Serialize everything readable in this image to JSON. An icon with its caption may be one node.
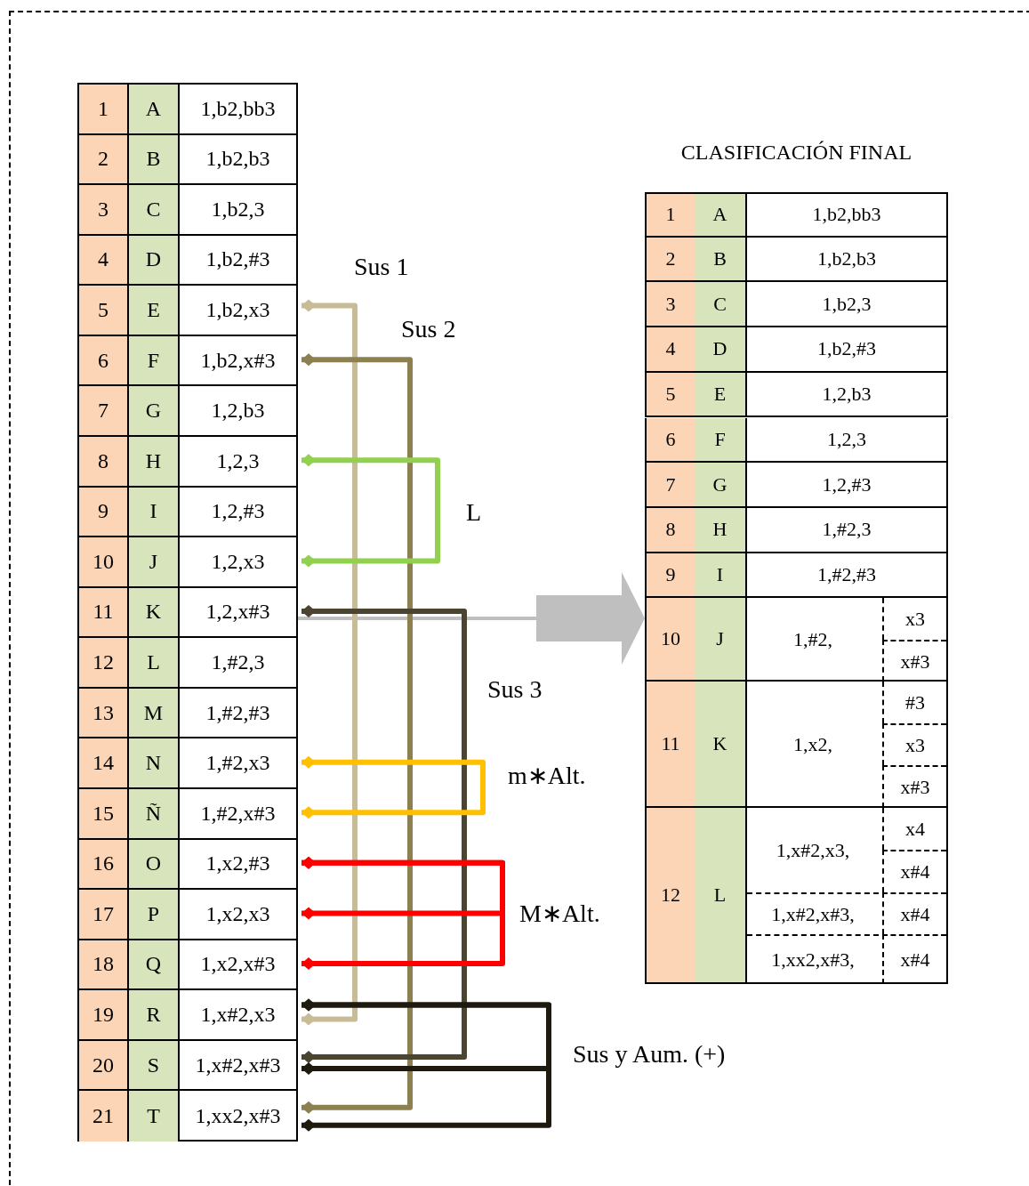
{
  "diagram": {
    "nodes": [
      {
        "text": [],
        "shape": "box"
      },
      {
        "text": [
          "1",
          "A",
          "1,b2,bb3"
        ],
        "in": 0
      },
      {
        "text": [
          "2",
          "B",
          "1,b2,b3"
        ],
        "in": 0
      },
      {
        "text": [
          "3",
          "C",
          "1,b2,3"
        ],
        "in": 0
      },
      {
        "text": [
          "4",
          "D",
          "1,b2,#3"
        ],
        "in": 0
      },
      {
        "text": [
          "5",
          "E",
          "1,b2,x3"
        ],
        "in": 0
      },
      {
        "text": [
          "6",
          "F",
          "1,b2,x#3"
        ],
        "in": 0
      },
      {
        "text": [
          "7",
          "G",
          "1,2,b3"
        ],
        "in": 0
      },
      {
        "text": [
          "8",
          "H",
          "1,2,3"
        ],
        "in": 0
      },
      {
        "text": [
          "9",
          "I",
          "1,2,#3"
        ],
        "in": 0
      },
      {
        "text": [
          "10",
          "J",
          "1,2,x3"
        ],
        "in": 0
      },
      {
        "text": [
          "11",
          "K",
          "1,2,x#3"
        ],
        "in": 0
      },
      {
        "text": [
          "12",
          "L",
          "1,#2,3"
        ],
        "in": 0
      },
      {
        "text": [
          "13",
          "M",
          "1,#2,#3"
        ],
        "in": 0
      },
      {
        "text": [
          "14",
          "N",
          "1,#2,x3"
        ],
        "in": 0
      },
      {
        "text": [
          "15",
          "Ñ",
          "1,#2,x#3"
        ],
        "in": 0
      },
      {
        "text": [
          "16",
          "O",
          "1,x2,#3"
        ],
        "in": 0
      },
      {
        "text": [
          "17",
          "P",
          "1,x2,x3"
        ],
        "in": 0
      },
      {
        "text": [
          "18",
          "Q",
          "1,x2,x#3"
        ],
        "in": 0
      },
      {
        "text": [
          "19",
          "R",
          "1,x#2,x3"
        ],
        "in": 0
      },
      {
        "text": [
          "20",
          "S",
          "1,x#2,x#3"
        ],
        "in": 0
      },
      {
        "text": [
          "21",
          "T",
          "1,xx2,x#3"
        ],
        "in": 0
      },
      {
        "text": [
          "CLASIFICACIÓN FINAL"
        ]
      },
      {
        "text": [
          "1",
          "A",
          "1,b2,bb3"
        ],
        "in": 22
      },
      {
        "text": [
          "2",
          "B",
          "1,b2,b3"
        ],
        "in": 22
      },
      {
        "text": [
          "3",
          "C",
          "1,b2,3"
        ],
        "in": 22
      },
      {
        "text": [
          "4",
          "D",
          "1,b2,#3"
        ],
        "in": 22
      },
      {
        "text": [
          "5",
          "E",
          "1,2,b3"
        ],
        "in": 22
      },
      {
        "text": [
          "6",
          "F",
          "1,2,3"
        ],
        "in": 22
      },
      {
        "text": [
          "7",
          "G",
          "1,2,#3"
        ],
        "in": 22
      },
      {
        "text": [
          "8",
          "H",
          "1,#2,3"
        ],
        "in": 22
      },
      {
        "text": [
          "9",
          "I",
          "1,#2,#3"
        ],
        "in": 22
      },
      {
        "text": [
          "10",
          "J",
          "1,#2,",
          "x3",
          "x#3"
        ],
        "in": 22
      },
      {
        "text": [
          "11",
          "K",
          "1,x2,",
          "#3",
          "x3",
          "x#3"
        ],
        "in": 22
      },
      {
        "text": [
          "12",
          "L",
          "1,x#2,x3,",
          "x4",
          "x#4",
          "1,x#2,x#3,",
          "x#4",
          "1,xx2,x#3,",
          "x#4"
        ],
        "in": 22
      }
    ],
    "edges": [
      {
        "from": 5,
        "to": 19,
        "arrow": "other",
        "label": "Sus 1",
        "color": "#c8bc96"
      },
      {
        "from": 6,
        "to": 21,
        "arrow": "other",
        "label": "Sus 2",
        "color": "#8c8050"
      },
      {
        "from": 8,
        "to": 10,
        "arrow": "other",
        "label": "L",
        "color": "#92d050"
      },
      {
        "from": 11,
        "to": 20,
        "arrow": "other",
        "label": "Sus 3",
        "color": "#4a4430"
      },
      {
        "from": 14,
        "to": 15,
        "arrow": "other",
        "label": "m∗Alt.",
        "color": "#ffc000"
      },
      {
        "from": 16,
        "to": 17,
        "arrow": "other",
        "label": "M∗Alt.",
        "color": "#ff0000"
      },
      {
        "from": 16,
        "to": 18,
        "arrow": "other",
        "color": "#ff0000"
      },
      {
        "from": 19,
        "to": 20,
        "arrow": "other",
        "label": "Sus y Aum. (+)",
        "color": "#1e1a10"
      },
      {
        "from": 19,
        "to": 21,
        "arrow": "other",
        "color": "#1e1a10"
      },
      {
        "from": 0,
        "to": 22,
        "arrow": "to",
        "style": "thick",
        "color": "#bfbfbf"
      }
    ]
  }
}
